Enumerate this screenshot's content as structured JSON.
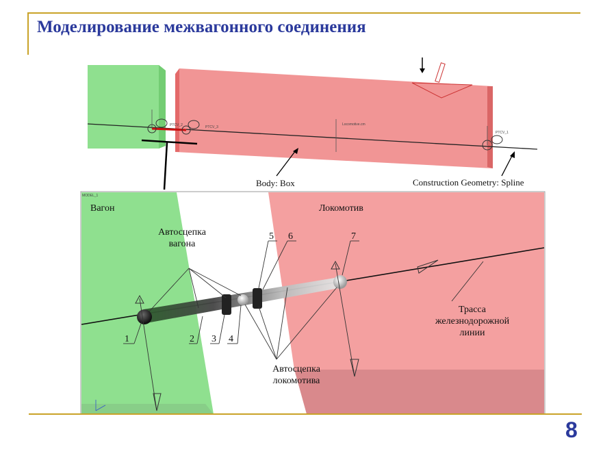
{
  "slide": {
    "title": "Моделирование межвагонного соединения",
    "page_number": "8"
  },
  "top_view": {
    "callout_body": "Body: Box",
    "callout_spline": "Construction Geometry: Spline",
    "marker_1": "PTCV_1",
    "marker_2": "PTCV_2",
    "marker_3": "PTCV_3",
    "locomotive_cm": "Locomotive.cm"
  },
  "bottom_view": {
    "model_label": "MODEL_1",
    "wagon": "Вагон",
    "locomotive": "Локомотив",
    "wagon_coupler_line1": "Автосцепка",
    "wagon_coupler_line2": "вагона",
    "loco_coupler_line1": "Автосцепка",
    "loco_coupler_line2": "локомотива",
    "track_line1": "Трасса",
    "track_line2": "железнодорожной",
    "track_line3": "линии",
    "n1": "1",
    "n2": "2",
    "n3": "3",
    "n4": "4",
    "n5": "5",
    "n6": "6",
    "n7": "7"
  },
  "colors": {
    "title": "#2b3a9c",
    "accent_rule": "#c9a227",
    "wagon_green": "#7ee07e",
    "loco_red": "#f07a7a"
  }
}
